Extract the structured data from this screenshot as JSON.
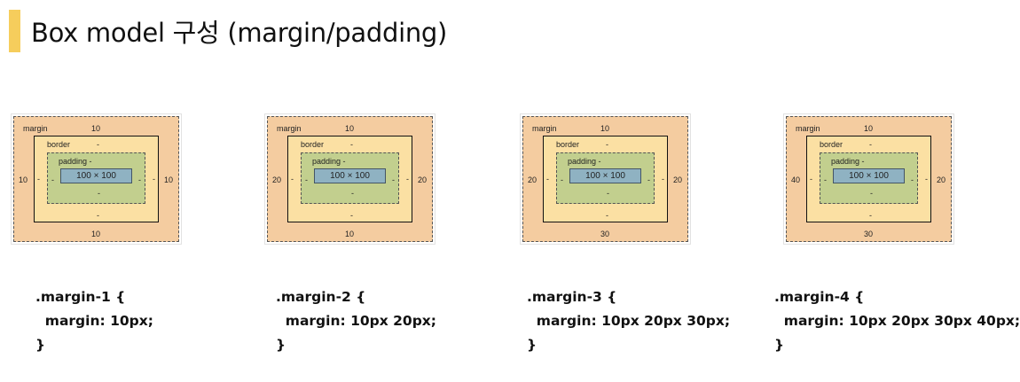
{
  "title": "Box model 구성 (margin/padding)",
  "diagram_labels": {
    "margin": "margin",
    "border": "border",
    "padding": "padding -",
    "content": "100 × 100",
    "dash": "-"
  },
  "examples": [
    {
      "margin_top": "10",
      "margin_right": "10",
      "margin_bottom": "10",
      "margin_left": "10",
      "code_line1": ".margin-1 {",
      "code_line2": "  margin: 10px;",
      "code_line3": "}"
    },
    {
      "margin_top": "10",
      "margin_right": "20",
      "margin_bottom": "10",
      "margin_left": "20",
      "code_line1": ".margin-2 {",
      "code_line2": "  margin: 10px 20px;",
      "code_line3": "}"
    },
    {
      "margin_top": "10",
      "margin_right": "20",
      "margin_bottom": "30",
      "margin_left": "20",
      "code_line1": ".margin-3 {",
      "code_line2": "  margin: 10px 20px 30px;",
      "code_line3": "}"
    },
    {
      "margin_top": "10",
      "margin_right": "20",
      "margin_bottom": "30",
      "margin_left": "40",
      "code_line1": ".margin-4 {",
      "code_line2": "  margin: 10px 20px 30px 40px;",
      "code_line3": "}"
    }
  ],
  "colors": {
    "accent_bar": "#f6cd5c",
    "margin": "#f4cca0",
    "border": "#fbe0a3",
    "padding": "#c2cf8e",
    "content": "#8fb2c2"
  }
}
